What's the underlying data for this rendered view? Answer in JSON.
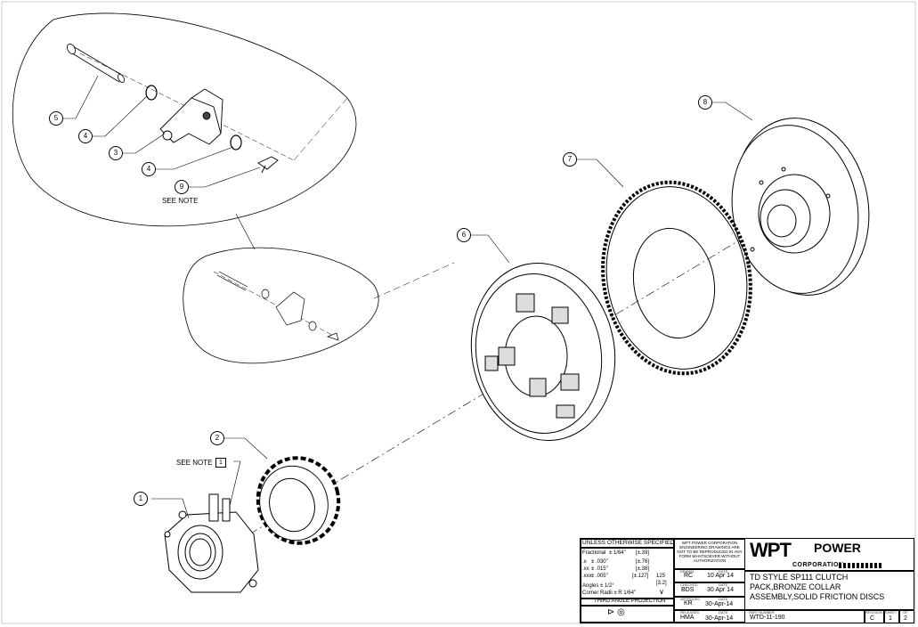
{
  "balloons": [
    {
      "id": "1"
    },
    {
      "id": "2"
    },
    {
      "id": "3"
    },
    {
      "id": "4a",
      "label": "4"
    },
    {
      "id": "4b",
      "label": "4"
    },
    {
      "id": "5"
    },
    {
      "id": "6"
    },
    {
      "id": "7"
    },
    {
      "id": "8"
    },
    {
      "id": "9"
    }
  ],
  "labels": {
    "b1": "1",
    "b2": "2",
    "b3": "3",
    "b4a": "4",
    "b4b": "4",
    "b5": "5",
    "b6": "6",
    "b7": "7",
    "b8": "8",
    "b9": "9",
    "see_note_top": "SEE NOTE",
    "see_note_bottom": "SEE NOTE",
    "note_flag": "1"
  },
  "title_block": {
    "unless_header": "UNLESS OTHERWISE SPECIFIED",
    "tol_rows": [
      {
        "name": "Fractional",
        "val": "± 1/64\"",
        "metric": "[±.39]"
      },
      {
        "name": ".x",
        "val": "± .030\"",
        "metric": "[±.76]"
      },
      {
        "name": ".xx",
        "val": "± .015\"",
        "metric": "[±.38]"
      },
      {
        "name": ".xxx",
        "val": "± .005\"",
        "metric": "[±.127]"
      }
    ],
    "angles": "Angles  ± 1/2°",
    "corner": "Corner Radii  ± R 1/64\"",
    "finish": "125",
    "finish_metric": "[3.2]",
    "projection": "THIRD ANGLE PROJECTION",
    "notice": "WPT POWER CORPORATION ENGINEERING DRAWINGS ARE NOT TO BE REPRODUCED IN ANY FORM WHATSOEVER WITHOUT AUTHORIZATION",
    "drawn_lbl": "DRAWN",
    "drawn": "RC",
    "drawn_date": "10 Apr 14",
    "checked_lbl": "CHECKED",
    "checked": "BDS",
    "checked_date": "30 Apr 14",
    "approved_lbl": "APPROVED",
    "approved": "KR",
    "approved_date": "30-Apr-14",
    "released_lbl": "RELEASED",
    "released": "HMA",
    "released_date": "30-Apr-14",
    "date_lbl": "DATE",
    "logo_main": "WPT",
    "logo_power": "POWER",
    "logo_corp": "CORPORATION",
    "title_line1": "TD STYLE SP111 CLUTCH",
    "title_line2": "PACK,BRONZE COLLAR",
    "title_line3": "ASSEMBLY,SOLID FRICTION DISCS",
    "part_lbl": "PART NUMBER",
    "part_number": "WTD-11-190",
    "rev_lbl": "REVISION",
    "rev": "C",
    "sheet_lbl": "SHEET",
    "sheet": "1",
    "of_lbl": "OF",
    "of": "2"
  }
}
